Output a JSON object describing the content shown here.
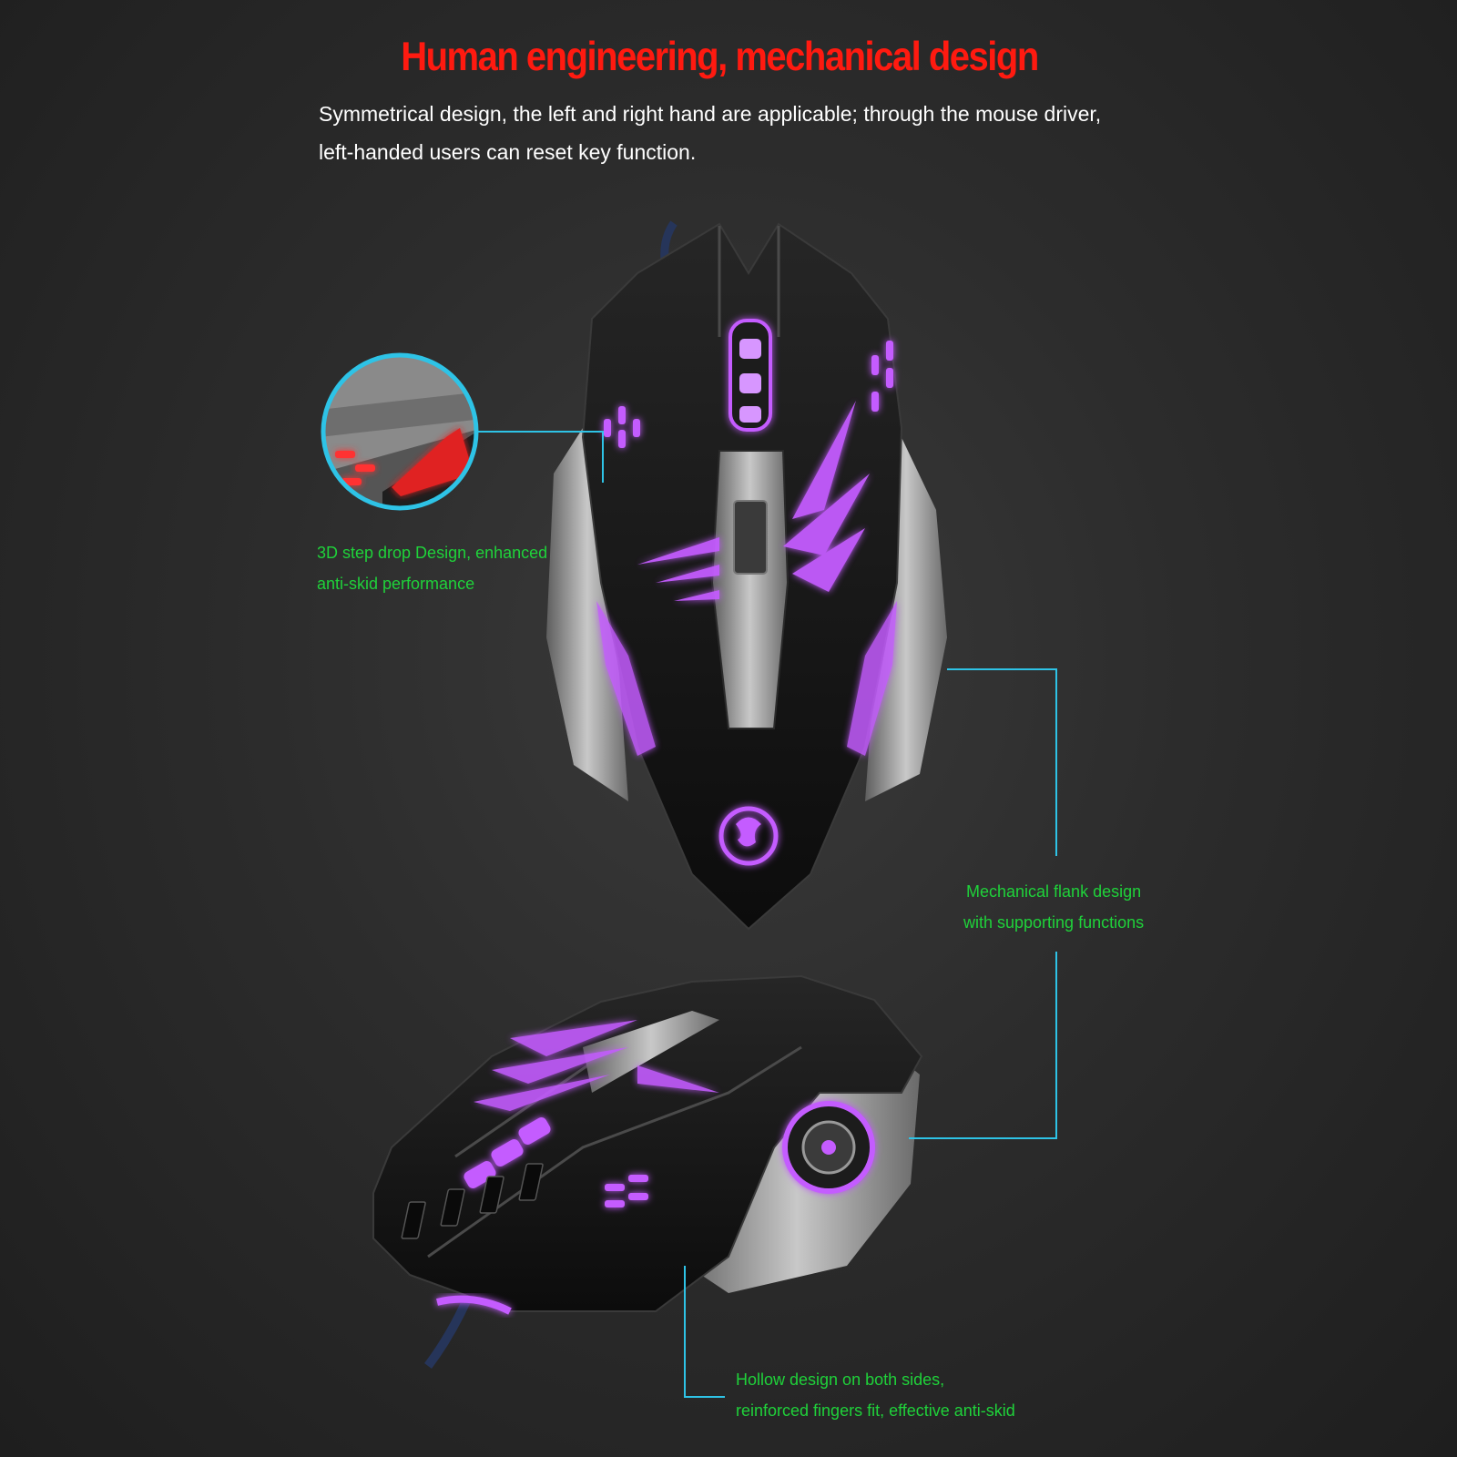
{
  "header": {
    "title": "Human engineering, mechanical design",
    "subtitle_line1": "Symmetrical design, the left and right hand are applicable; through the mouse driver,",
    "subtitle_line2": "left-handed users can reset key function."
  },
  "callouts": [
    {
      "line1": "3D step drop Design, enhanced",
      "line2": "anti-skid performance"
    },
    {
      "line1": "Mechanical flank design",
      "line2": "with supporting functions"
    },
    {
      "line1": "Hollow design on both sides,",
      "line2": "reinforced fingers fit, effective anti-skid"
    }
  ],
  "colors": {
    "title": "#ff1a10",
    "subtitle": "#ffffff",
    "callout_text": "#1fd23a",
    "leader_line": "#2ec3e6",
    "led_glow": "#c45cff",
    "mouse_body": "#141414",
    "mouse_silver": "#9a9a9a",
    "background": "#2c2c2c"
  },
  "product_images": [
    {
      "name": "gaming-mouse-top-view"
    },
    {
      "name": "gaming-mouse-side-view"
    },
    {
      "name": "detail-zoom-circle"
    }
  ]
}
